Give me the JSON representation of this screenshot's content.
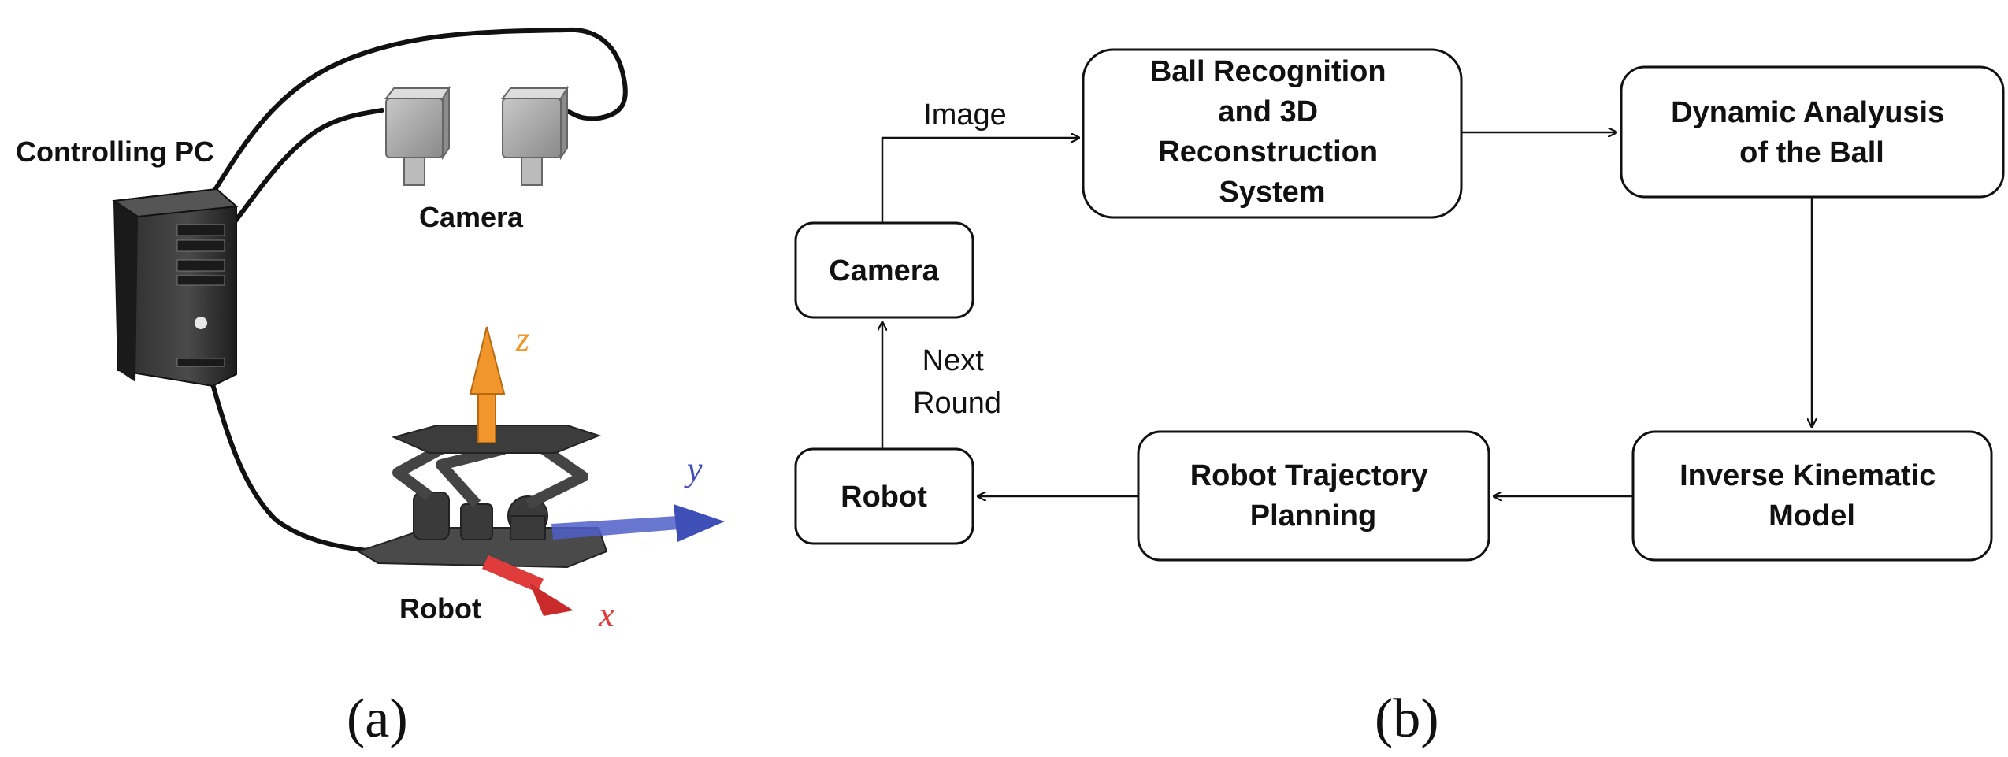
{
  "panel_a": {
    "controlling_pc_label": "Controlling PC",
    "camera_label": "Camera",
    "robot_label": "Robot",
    "axis_z": "z",
    "axis_y": "y",
    "axis_x": "x",
    "colors": {
      "z_axis": "#f0962a",
      "y_axis": "#3f4fb8",
      "x_axis": "#e03c3c",
      "device_gray": "#a8a8a8",
      "robot_dark": "#3a3a3a"
    },
    "caption": "(a)"
  },
  "panel_b": {
    "boxes": {
      "camera": "Camera",
      "robot": "Robot",
      "ball_recognition": [
        "Ball Recognition",
        "and 3D",
        "Reconstruction",
        "System"
      ],
      "dynamic_analysis": [
        "Dynamic Analyusis",
        "of the Ball"
      ],
      "inverse_kinematic": [
        "Inverse Kinematic",
        "Model"
      ],
      "trajectory_planning": [
        "Robot Trajectory",
        "Planning"
      ]
    },
    "edge_labels": {
      "image": "Image",
      "next_round": [
        "Next",
        "Round"
      ]
    },
    "caption": "(b)"
  }
}
